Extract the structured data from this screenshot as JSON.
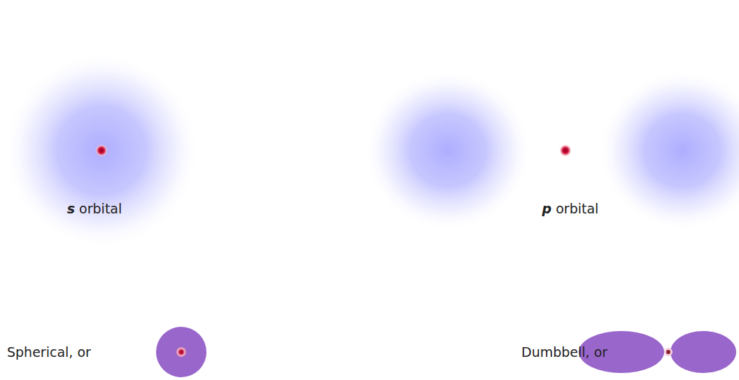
{
  "diagram": {
    "labels": [
      "s orbital",
      "p orbital",
      "Spherical, or",
      "Dumbbell, or"
    ]
  }
}
